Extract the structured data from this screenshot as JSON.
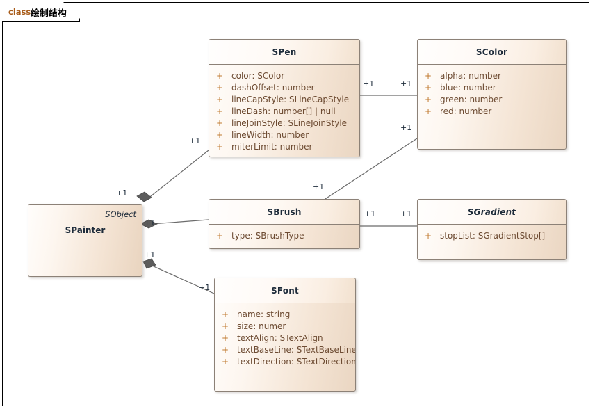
{
  "frame": {
    "tab_kind": "class",
    "tab_name": "绘制结构"
  },
  "classes": {
    "spainter": {
      "name": "SPainter",
      "parent": "SObject",
      "attributes": []
    },
    "spen": {
      "name": "SPen",
      "attributes": [
        {
          "visibility": "+",
          "text": "color: SColor"
        },
        {
          "visibility": "+",
          "text": "dashOffset: number"
        },
        {
          "visibility": "+",
          "text": "lineCapStyle: SLineCapStyle"
        },
        {
          "visibility": "+",
          "text": "lineDash: number[] | null"
        },
        {
          "visibility": "+",
          "text": "lineJoinStyle: SLineJoinStyle"
        },
        {
          "visibility": "+",
          "text": "lineWidth: number"
        },
        {
          "visibility": "+",
          "text": "miterLimit: number"
        }
      ]
    },
    "scolor": {
      "name": "SColor",
      "attributes": [
        {
          "visibility": "+",
          "text": "alpha: number"
        },
        {
          "visibility": "+",
          "text": "blue: number"
        },
        {
          "visibility": "+",
          "text": "green: number"
        },
        {
          "visibility": "+",
          "text": "red: number"
        }
      ]
    },
    "sbrush": {
      "name": "SBrush",
      "attributes": [
        {
          "visibility": "+",
          "text": "type: SBrushType"
        }
      ]
    },
    "sgradient": {
      "name": "SGradient",
      "abstract": true,
      "attributes": [
        {
          "visibility": "+",
          "text": "stopList: SGradientStop[]"
        }
      ]
    },
    "sfont": {
      "name": "SFont",
      "attributes": [
        {
          "visibility": "+",
          "text": "name: string"
        },
        {
          "visibility": "+",
          "text": "size: numer"
        },
        {
          "visibility": "+",
          "text": "textAlign: STextAlign"
        },
        {
          "visibility": "+",
          "text": "textBaseLine: STextBaseLine"
        },
        {
          "visibility": "+",
          "text": "textDirection: STextDirection"
        }
      ]
    }
  },
  "multiplicities": {
    "painter_pen_src": "+1",
    "painter_pen_dst": "+1",
    "painter_brush_src": "+1",
    "painter_brush_dst": "+1",
    "painter_font_src": "+1",
    "painter_font_dst": "+1",
    "pen_color_src": "+1",
    "pen_color_dst": "+1",
    "brush_color_src": "+1",
    "brush_color_dst": "+1",
    "brush_gradient_src": "+1",
    "brush_gradient_dst": "+1"
  },
  "colors": {
    "box_border": "#8c8177",
    "box_fill_light": "#fffdfb",
    "box_fill_dark": "#e9d4bf",
    "title_text": "#1d2b3a",
    "attr_text": "#6d4b32",
    "visibility_marker": "#c07a30",
    "connector": "#6b6b6b",
    "diamond": "#5c5c5c",
    "tab_kind_text": "#a85c1a"
  }
}
